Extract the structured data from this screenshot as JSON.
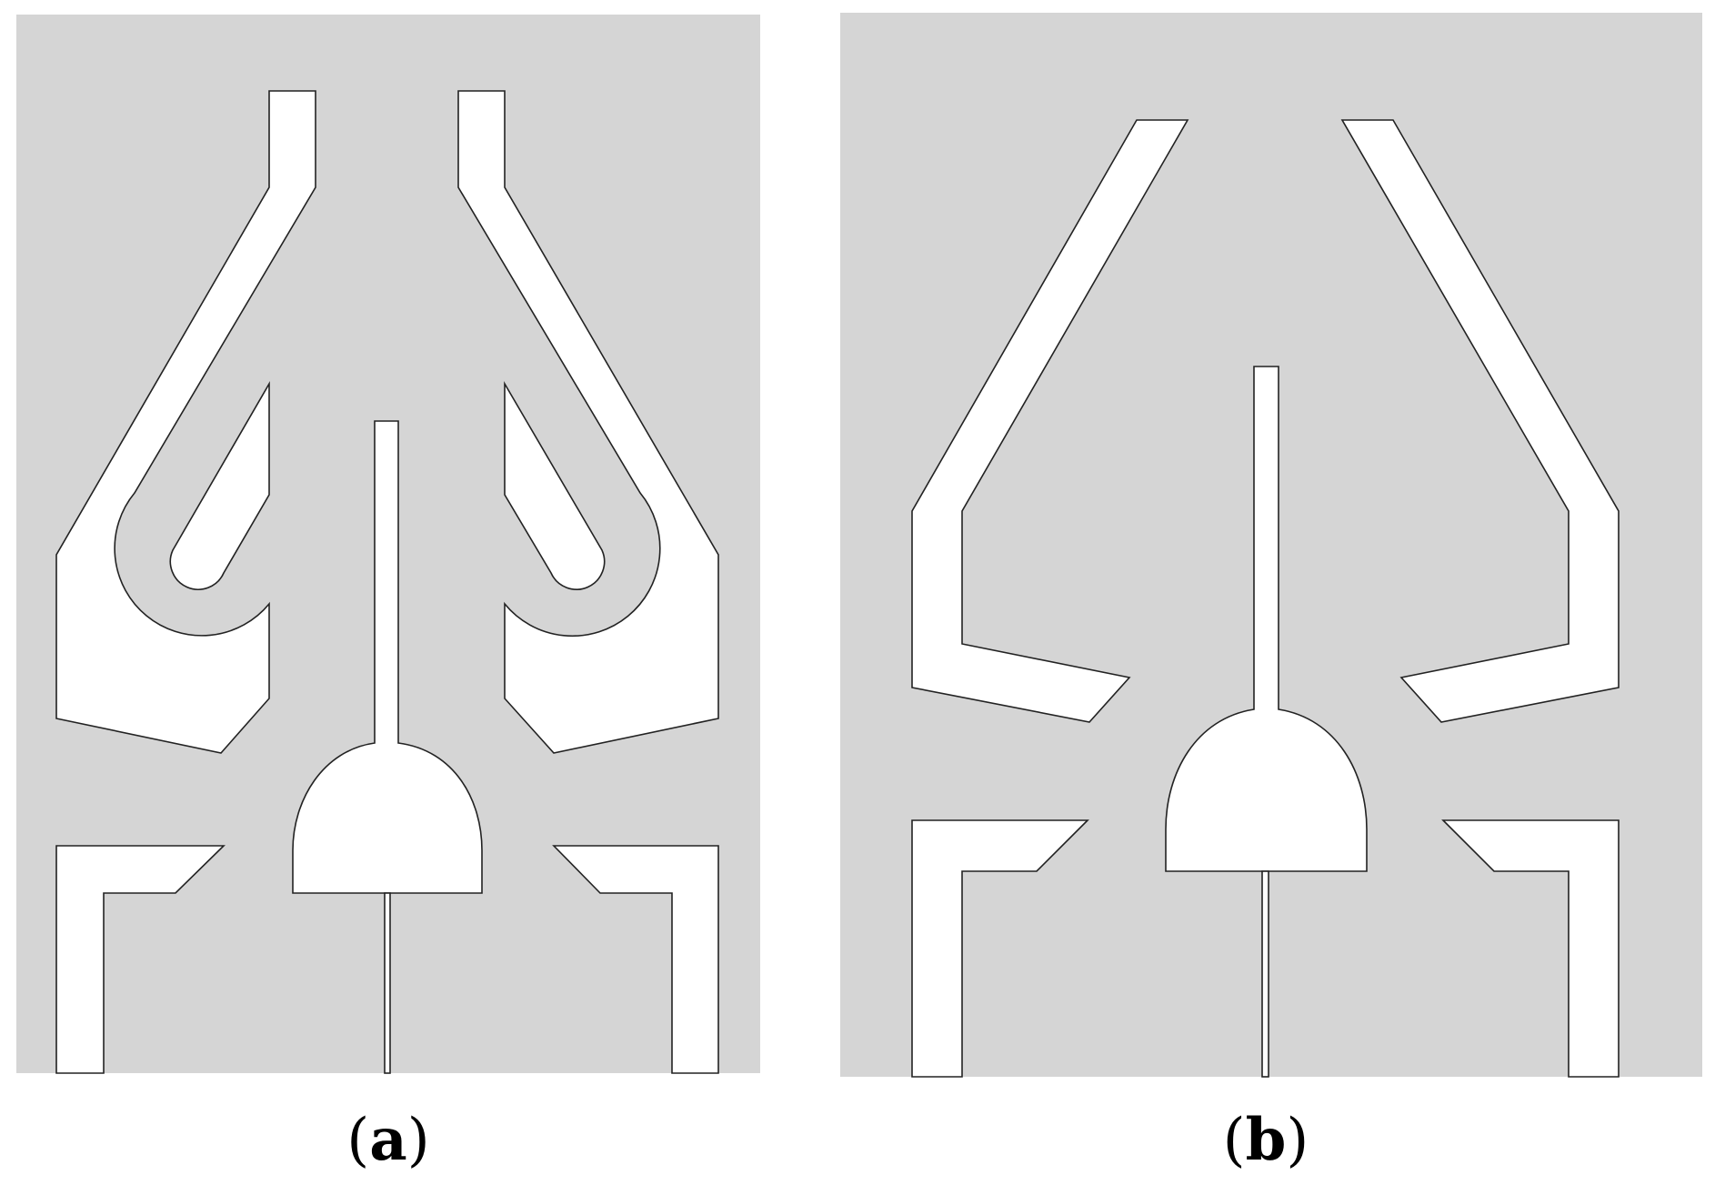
{
  "colors": {
    "substrate": "#d5d5d5",
    "metal": "#ffffff",
    "outline": "#222222",
    "background": "#ffffff"
  },
  "panels": [
    {
      "id": "a",
      "caption_letter": "a",
      "caption_open": "(",
      "caption_close": ")"
    },
    {
      "id": "b",
      "caption_letter": "b",
      "caption_open": "(",
      "caption_close": ")"
    }
  ]
}
